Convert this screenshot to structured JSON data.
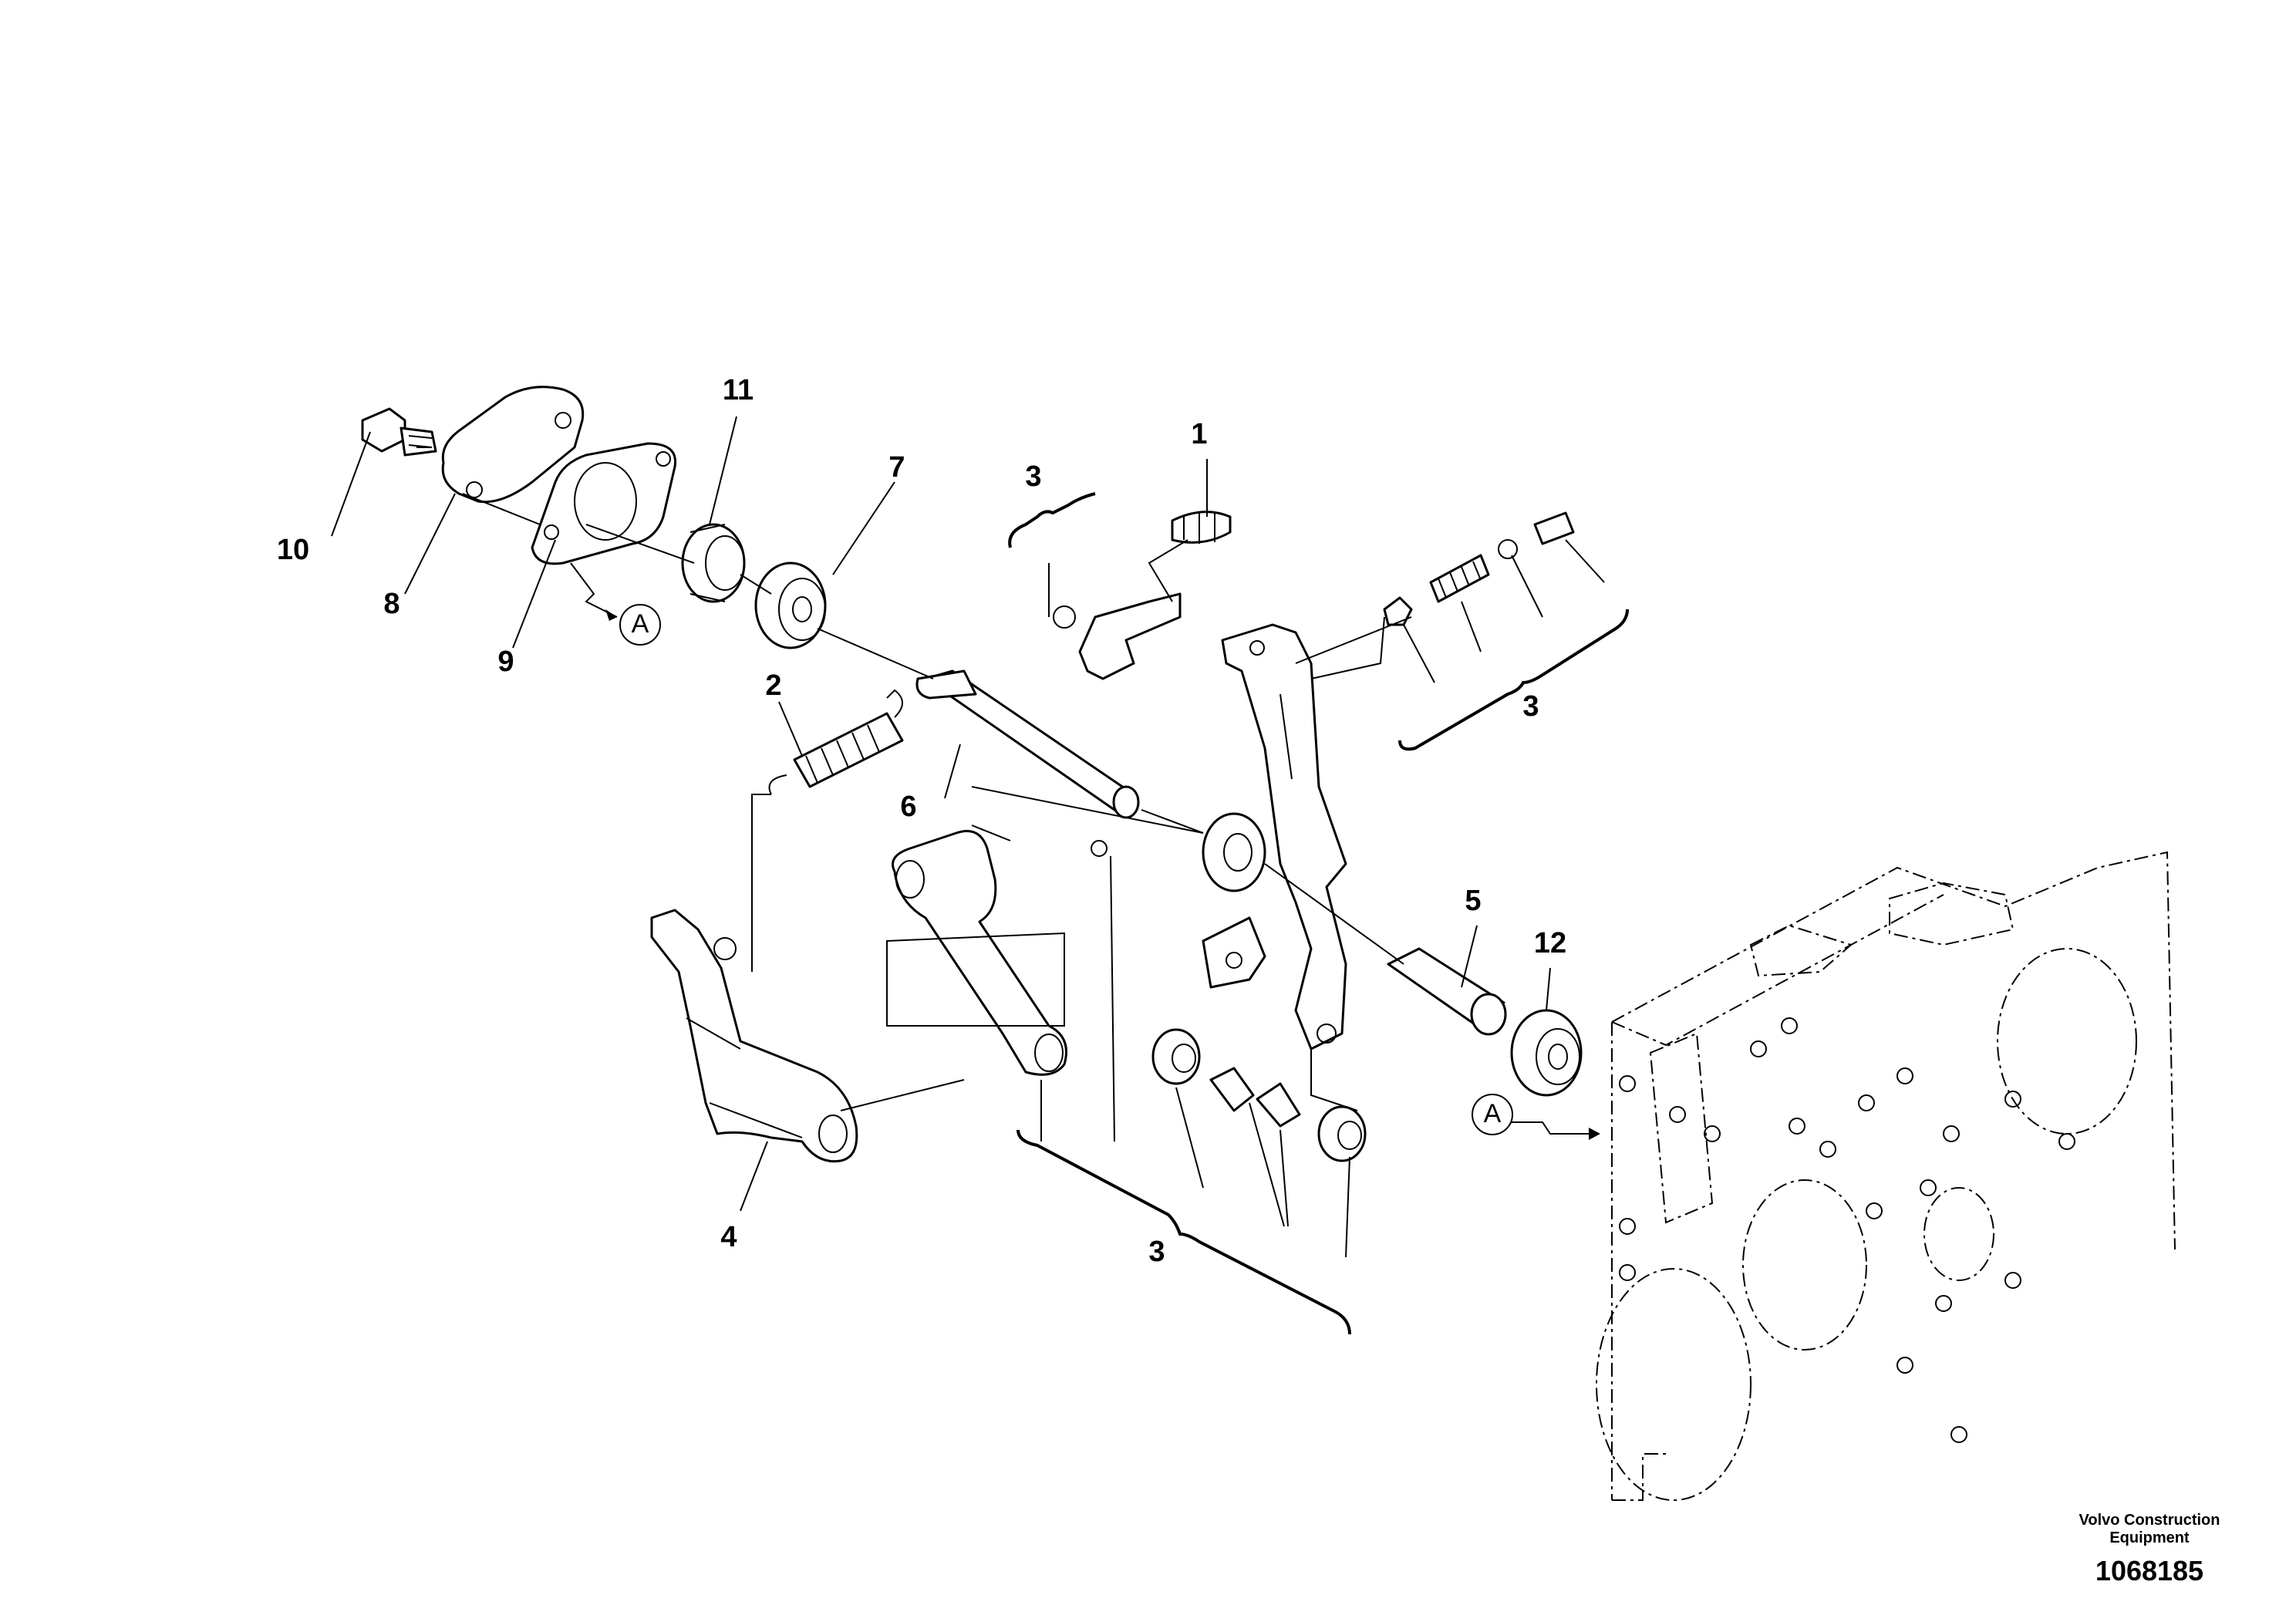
{
  "callouts": {
    "c1": "1",
    "c2": "2",
    "c3a": "3",
    "c3b": "3",
    "c3c": "3",
    "c4": "4",
    "c5": "5",
    "c6": "6",
    "c7": "7",
    "c8": "8",
    "c9": "9",
    "c10": "10",
    "c11": "11",
    "c12": "12"
  },
  "references": {
    "ref_a_left": "A",
    "ref_a_right": "A"
  },
  "footer": {
    "company_line1": "Volvo Construction",
    "company_line2": "Equipment",
    "drawing_number": "1068185"
  }
}
